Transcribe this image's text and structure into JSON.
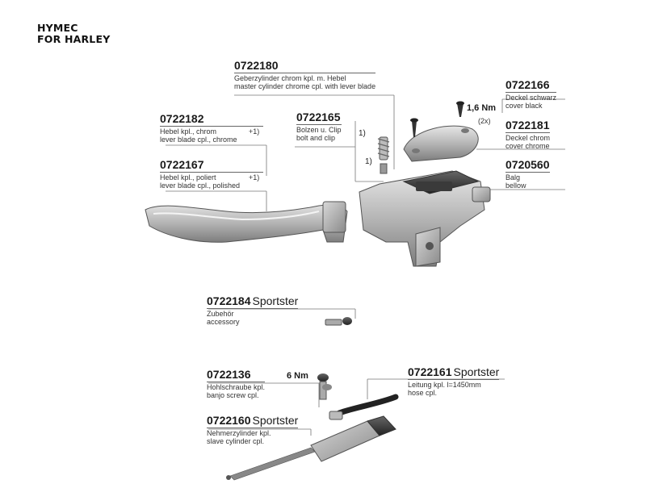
{
  "brand": {
    "line1": "HYMEC",
    "line2": "FOR HARLEY"
  },
  "parts": {
    "p0722180": {
      "number": "0722180",
      "de": "Geberzylinder chrom kpl. m. Hebel",
      "en": "master cylinder chrome cpl. with lever blade"
    },
    "p0722166": {
      "number": "0722166",
      "de": "Deckel schwarz",
      "en": "cover black"
    },
    "p0722181": {
      "number": "0722181",
      "de": "Deckel chrom",
      "en": "cover chrome"
    },
    "p0720560": {
      "number": "0720560",
      "de": "Balg",
      "en": "bellow"
    },
    "p0722182": {
      "number": "0722182",
      "de": "Hebel kpl., chrom",
      "en": "lever blade cpl., chrome",
      "qty": "+1)"
    },
    "p0722167": {
      "number": "0722167",
      "de": "Hebel kpl., poliert",
      "en": "lever blade cpl., polished",
      "qty": "+1)"
    },
    "p0722165": {
      "number": "0722165",
      "de": "Bolzen u. Clip",
      "en": "bolt and clip"
    },
    "p0722184": {
      "number": "0722184",
      "suffix": "Sportster",
      "de": "Zubehör",
      "en": "accessory"
    },
    "p0722136": {
      "number": "0722136",
      "de": "Hohlschraube kpl.",
      "en": "banjo screw cpl."
    },
    "p0722161": {
      "number": "0722161",
      "suffix": "Sportster",
      "de": "Leitung kpl. l=1450mm",
      "en": "hose cpl."
    },
    "p0722160": {
      "number": "0722160",
      "suffix": "Sportster",
      "de": "Nehmerzylinder kpl.",
      "en": "slave cylinder cpl."
    }
  },
  "annotations": {
    "torque_cover": "1,6 Nm",
    "cover_screw_qty": "(2x)",
    "torque_banjo": "6 Nm",
    "note_1a": "1)",
    "note_1b": "1)"
  }
}
